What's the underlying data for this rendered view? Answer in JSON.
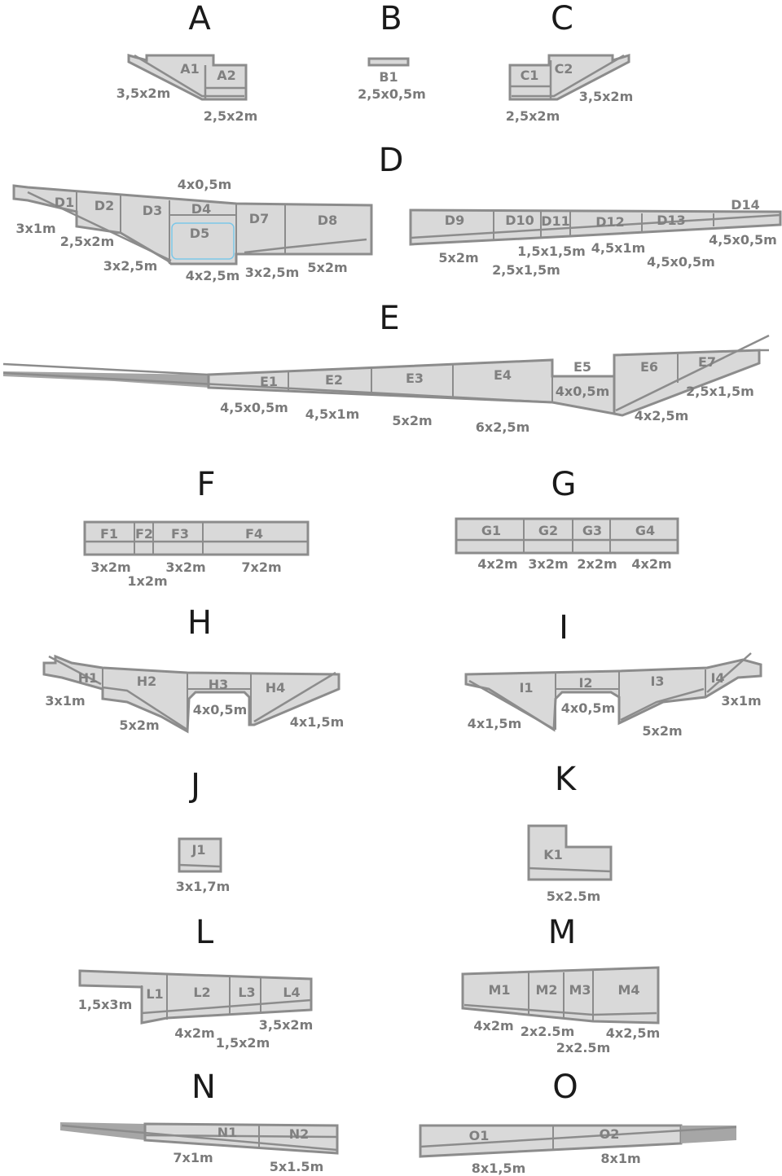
{
  "sections": {
    "A": {
      "title": "A",
      "cells": [
        "A1",
        "A2"
      ],
      "dims": [
        "3,5x2m",
        "2,5x2m"
      ]
    },
    "B": {
      "title": "B",
      "cells": [
        "B1"
      ],
      "dims": [
        "2,5x0,5m"
      ]
    },
    "C": {
      "title": "C",
      "cells": [
        "C1",
        "C2"
      ],
      "dims": [
        "2,5x2m",
        "3,5x2m"
      ]
    },
    "D": {
      "title": "D",
      "cells": [
        "D1",
        "D2",
        "D3",
        "D4",
        "D5",
        "D7",
        "D8",
        "D9",
        "D10",
        "D11",
        "D12",
        "D13",
        "D14"
      ],
      "dims": [
        "3x1m",
        "2,5x2m",
        "3x2,5m",
        "4x0,5m",
        "4x2,5m",
        "3x2,5m",
        "5x2m",
        "5x2m",
        "1,5x1,5m",
        "2,5x1,5m",
        "4,5x1m",
        "4,5x0,5m",
        "4,5x0,5m"
      ]
    },
    "E": {
      "title": "E",
      "cells": [
        "E1",
        "E2",
        "E3",
        "E4",
        "E5",
        "E6",
        "E7"
      ],
      "dims": [
        "4,5x0,5m",
        "4,5x1m",
        "5x2m",
        "6x2,5m",
        "4x0,5m",
        "4x2,5m",
        "2,5x1,5m"
      ]
    },
    "F": {
      "title": "F",
      "cells": [
        "F1",
        "F2",
        "F3",
        "F4"
      ],
      "dims": [
        "3x2m",
        "1x2m",
        "3x2m",
        "7x2m"
      ]
    },
    "G": {
      "title": "G",
      "cells": [
        "G1",
        "G2",
        "G3",
        "G4"
      ],
      "dims": [
        "4x2m",
        "3x2m",
        "2x2m",
        "4x2m"
      ]
    },
    "H": {
      "title": "H",
      "cells": [
        "H1",
        "H2",
        "H3",
        "H4"
      ],
      "dims": [
        "3x1m",
        "5x2m",
        "4x0,5m",
        "4x1,5m"
      ]
    },
    "I": {
      "title": "I",
      "cells": [
        "I1",
        "I2",
        "I3",
        "I4"
      ],
      "dims": [
        "4x1,5m",
        "4x0,5m",
        "5x2m",
        "3x1m"
      ]
    },
    "J": {
      "title": "J",
      "cells": [
        "J1"
      ],
      "dims": [
        "3x1,7m"
      ]
    },
    "K": {
      "title": "K",
      "cells": [
        "K1"
      ],
      "dims": [
        "5x2.5m"
      ]
    },
    "L": {
      "title": "L",
      "cells": [
        "L1",
        "L2",
        "L3",
        "L4"
      ],
      "dims": [
        "1,5x3m",
        "4x2m",
        "1,5x2m",
        "3,5x2m"
      ]
    },
    "M": {
      "title": "M",
      "cells": [
        "M1",
        "M2",
        "M3",
        "M4"
      ],
      "dims": [
        "4x2m",
        "2x2.5m",
        "2x2.5m",
        "4x2,5m"
      ]
    },
    "N": {
      "title": "N",
      "cells": [
        "N1",
        "N2"
      ],
      "dims": [
        "7x1m",
        "5x1.5m"
      ]
    },
    "O": {
      "title": "O",
      "cells": [
        "O1",
        "O2"
      ],
      "dims": [
        "8x1,5m",
        "8x1m"
      ]
    }
  },
  "colors": {
    "fill": "#d9d9d9",
    "stroke": "#8c8c8c",
    "text": "#808080",
    "title": "#1a1a1a",
    "highlight": "#7cc7e8"
  }
}
